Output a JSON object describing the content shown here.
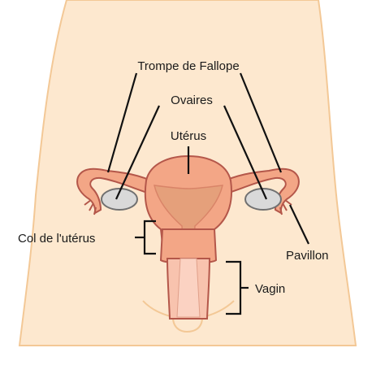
{
  "labels": {
    "fallopian_tube": "Trompe de Fallope",
    "ovaries": "Ovaires",
    "uterus": "Utérus",
    "cervix": "Col de l'utérus",
    "fimbriae": "Pavillon",
    "vagina": "Vagin"
  },
  "colors": {
    "background": "#ffffff",
    "body_fill": "#fde8cf",
    "body_outline": "#f3c896",
    "organ_fill": "#f3a686",
    "organ_dark": "#d98468",
    "organ_outline": "#b4574a",
    "inner_fill": "#e5a07b",
    "vagina_fill": "#f8c3ae",
    "ovary_fill": "#d9d9d9",
    "ovary_outline": "#707070",
    "line": "#111111"
  }
}
